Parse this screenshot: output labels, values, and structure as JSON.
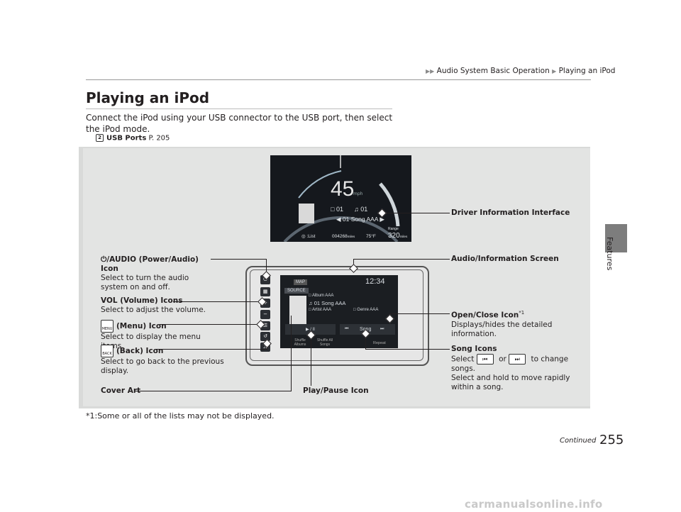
{
  "breadcrumb": {
    "arrow": "▶▶",
    "part1": "Audio System Basic Operation",
    "sep": "▶",
    "part2": "Playing an iPod"
  },
  "side_tab": {
    "label": "Features"
  },
  "section": {
    "title": "Playing an iPod",
    "intro": "Connect the iPod using your USB connector to the USB port, then select the iPod mode.",
    "xref_marker": "2",
    "xref_label": "USB Ports",
    "xref_page": "P. 205"
  },
  "figure": {
    "dii": {
      "speed": "45",
      "speed_unit": "mph",
      "folder": "01",
      "track": "01",
      "song": "01 Song AAA",
      "list_label": "List",
      "odometer": "004268",
      "odo_unit": "miles",
      "temp": "75°F",
      "range_label": "Range",
      "range_value": "320",
      "range_unit": "miles"
    },
    "screen": {
      "map_tab": "MAP",
      "clock": "12:34",
      "source_tab": "SOURCE",
      "album": "Album AAA",
      "song": "01 Song AAA",
      "artist": "Artist AAA",
      "genre": "Genre AAA",
      "play_pause": "▶ / II",
      "song_btn": "Song",
      "shuffle_albums": "Shuffle Albums",
      "shuffle_all": "Shuffle All Songs",
      "repeat": "Repeat"
    },
    "hardkeys": {
      "audio": "AUDIO",
      "home": "HOME",
      "vol": "VOL",
      "menu": "MENU"
    },
    "labels": {
      "power_title": "/AUDIO (Power/Audio) Icon",
      "power_desc": "Select to turn the audio system on and off.",
      "vol_title": "VOL (Volume) Icons",
      "vol_desc": "Select to adjust the volume.",
      "menu_title": "(Menu) Icon",
      "menu_desc": "Select to display the menu items.",
      "back_title": "(Back) Icon",
      "back_desc": "Select to go back to the previous display.",
      "cover_art": "Cover Art",
      "play_pause_icon": "Play/Pause Icon",
      "dii": "Driver Information Interface",
      "audio_screen": "Audio/Information Screen",
      "open_close_title": "Open/Close Icon",
      "open_close_sup": "*1",
      "open_close_desc": "Displays/hides the detailed information.",
      "song_icons_title": "Song Icons",
      "song_icons_select": "Select",
      "song_icons_or": "or",
      "song_icons_desc1": "to change songs.",
      "song_icons_desc2": "Select and hold to move rapidly within a song.",
      "menu_icon_text": "MENU",
      "back_icon_text": "BACK"
    }
  },
  "footnote": "*1:Some or all of the lists may not be displayed.",
  "continued": "Continued",
  "page_number": "255",
  "watermark": "carmanualsonline.info"
}
